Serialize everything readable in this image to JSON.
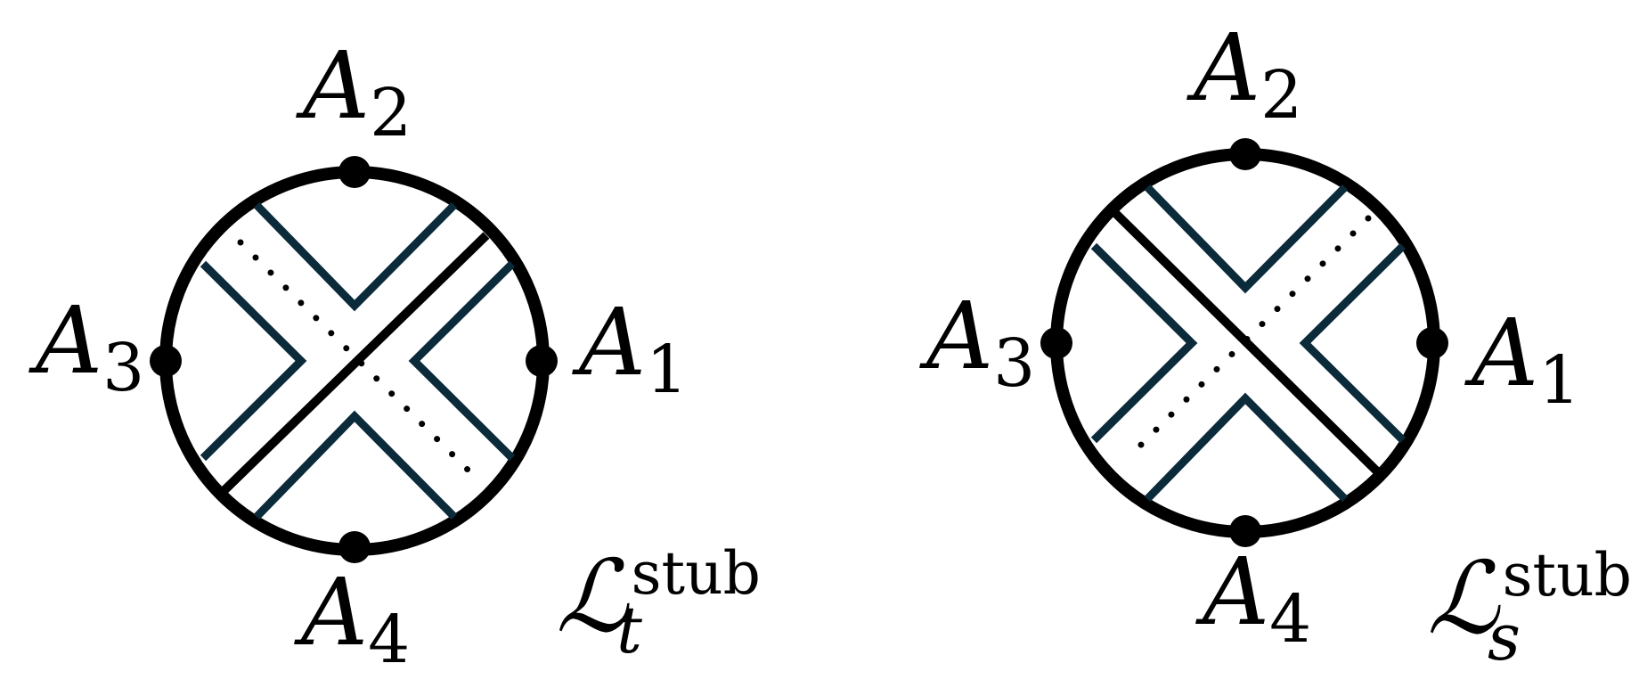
{
  "diagrams": [
    {
      "id": "t",
      "labels": {
        "a1": {
          "base": "A",
          "sub": "1"
        },
        "a2": {
          "base": "A",
          "sub": "2"
        },
        "a3": {
          "base": "A",
          "sub": "3"
        },
        "a4": {
          "base": "A",
          "sub": "4"
        }
      },
      "caption": {
        "symbol": "ℒ",
        "superscript": "stub",
        "subscript": "t"
      }
    },
    {
      "id": "s",
      "labels": {
        "a1": {
          "base": "A",
          "sub": "1"
        },
        "a2": {
          "base": "A",
          "sub": "2"
        },
        "a3": {
          "base": "A",
          "sub": "3"
        },
        "a4": {
          "base": "A",
          "sub": "4"
        }
      },
      "caption": {
        "symbol": "ℒ",
        "superscript": "stub",
        "subscript": "s"
      }
    }
  ],
  "colors": {
    "circle": "#000000",
    "strip": "#0b2a3a",
    "diagonal": "#000000",
    "dots": "#000000"
  }
}
